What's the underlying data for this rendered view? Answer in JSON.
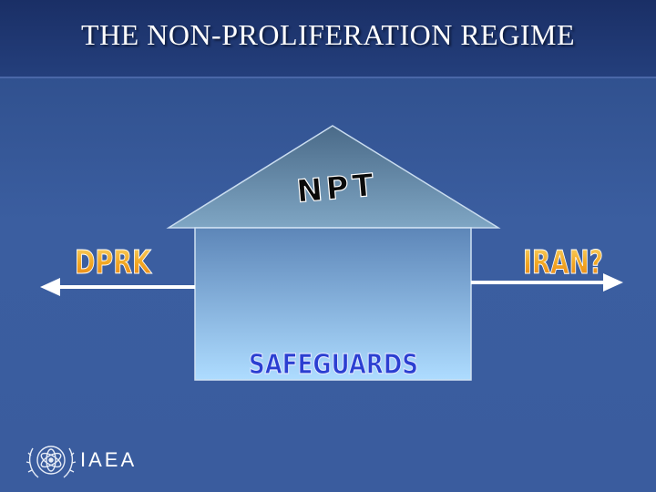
{
  "slide": {
    "title": "THE NON-PROLIFERATION REGIME"
  },
  "diagram": {
    "roof_label": "NPT",
    "base_label": "SAFEGUARDS",
    "left_label": "DPRK",
    "right_label": "IRAN?"
  },
  "logo": {
    "text": "IAEA",
    "icon": "un-emblem-atom-icon"
  },
  "colors": {
    "background": "#3b5ea0",
    "label_gold": "#f2b134",
    "label_blue": "#2b3fd1",
    "house_light": "#a4d3fb"
  }
}
